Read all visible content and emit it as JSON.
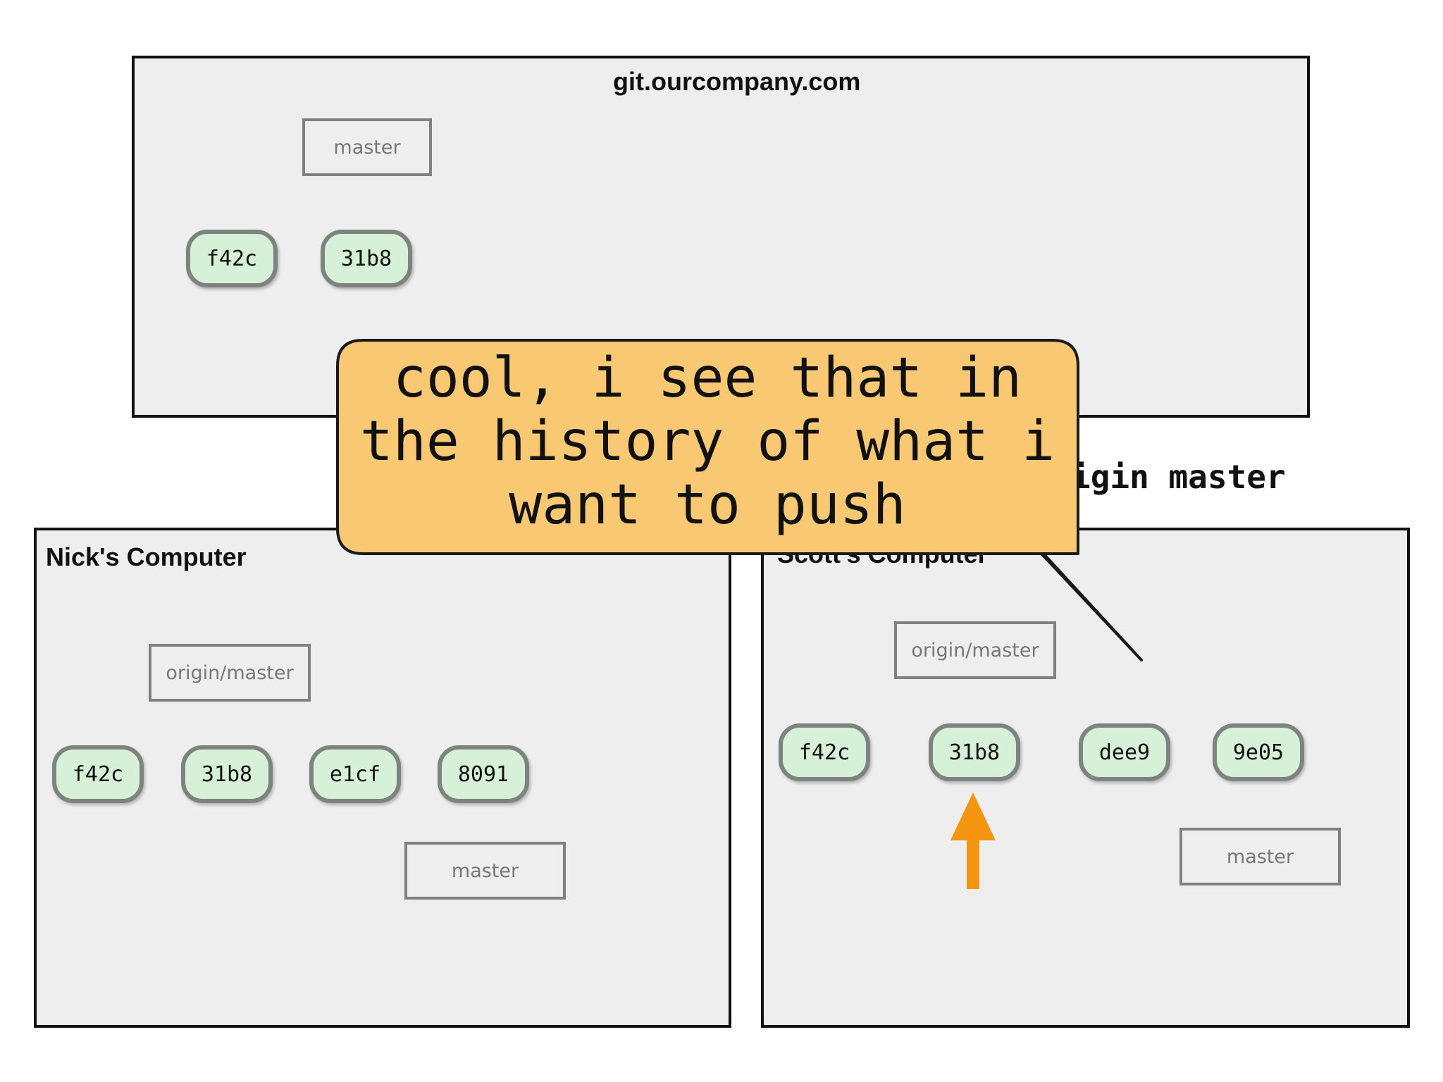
{
  "server": {
    "title": "git.ourcompany.com",
    "master_label": "master",
    "commits": [
      "f42c",
      "31b8"
    ]
  },
  "nick": {
    "title": "Nick's Computer",
    "origin_master_label": "origin/master",
    "master_label": "master",
    "commits": [
      "f42c",
      "31b8",
      "e1cf",
      "8091"
    ]
  },
  "scott": {
    "title": "Scott's Computer",
    "origin_master_label": "origin/master",
    "master_label": "master",
    "commits": [
      "f42c",
      "31b8",
      "dee9",
      "9e05"
    ]
  },
  "command_fragment": "igin master",
  "callout": {
    "lines": [
      "cool, i see that in",
      "the history of what i",
      "want to push"
    ],
    "fill_color": "#f9c872",
    "stroke_color": "#1a1a1a"
  },
  "highlight_arrow": {
    "color": "#f3950f",
    "points_to": "31b8"
  },
  "colors": {
    "commit_fill": "#d6f1d8",
    "commit_border": "#7d847f",
    "panel_fill": "#efeeef"
  }
}
